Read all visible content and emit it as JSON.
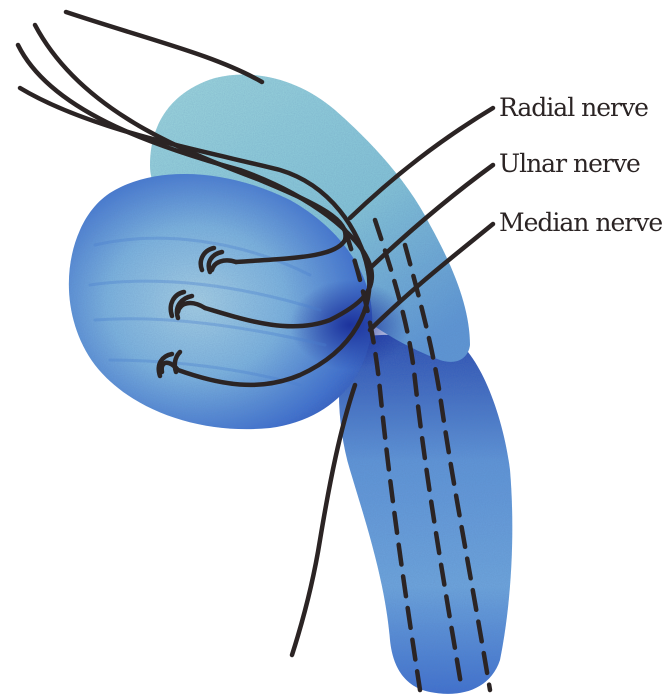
{
  "labels": {
    "radial": "Radial nerve",
    "ulnar": "Ulnar nerve",
    "median": "Median nerve"
  },
  "colors": {
    "pale_blue": "#8ecfd9",
    "mid_blue": "#4f8fd4",
    "deep_blue": "#1f3fa6",
    "nerve_line": "#2b2424",
    "background": "#ffffff"
  }
}
